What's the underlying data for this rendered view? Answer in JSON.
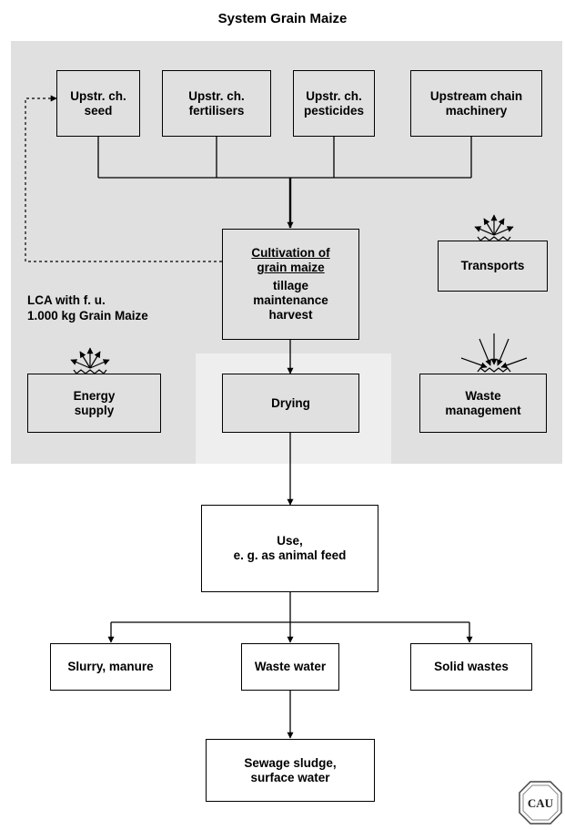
{
  "title": "System Grain Maize",
  "fu_label": [
    "LCA with f. u.",
    "1.000 kg Grain Maize"
  ],
  "colors": {
    "system_bg": "#e0e0e0",
    "drying_bg": "#eeeeee",
    "box_fill": "#e0e0e0",
    "outer_box_fill": "#ffffff",
    "line": "#000000"
  },
  "nodes": {
    "seed": [
      "Upstr. ch.",
      "seed"
    ],
    "fertilisers": [
      "Upstr. ch.",
      "fertilisers"
    ],
    "pesticides": [
      "Upstr. ch.",
      "pesticides"
    ],
    "machinery": [
      "Upstream chain",
      "machinery"
    ],
    "cultivation": {
      "title": [
        "Cultivation of",
        "grain maize"
      ],
      "steps": [
        "tillage",
        "maintenance",
        "harvest"
      ]
    },
    "transports": [
      "Transports"
    ],
    "energy": [
      "Energy",
      "supply"
    ],
    "drying": [
      "Drying"
    ],
    "waste_management": [
      "Waste",
      "management"
    ],
    "use": [
      "Use,",
      "e. g. as animal feed"
    ],
    "slurry": [
      "Slurry, manure"
    ],
    "waste_water": [
      "Waste water"
    ],
    "solid_wastes": [
      "Solid wastes"
    ],
    "sewage": [
      "Sewage sludge,",
      "surface water"
    ]
  },
  "logo": {
    "text": "CAU"
  }
}
